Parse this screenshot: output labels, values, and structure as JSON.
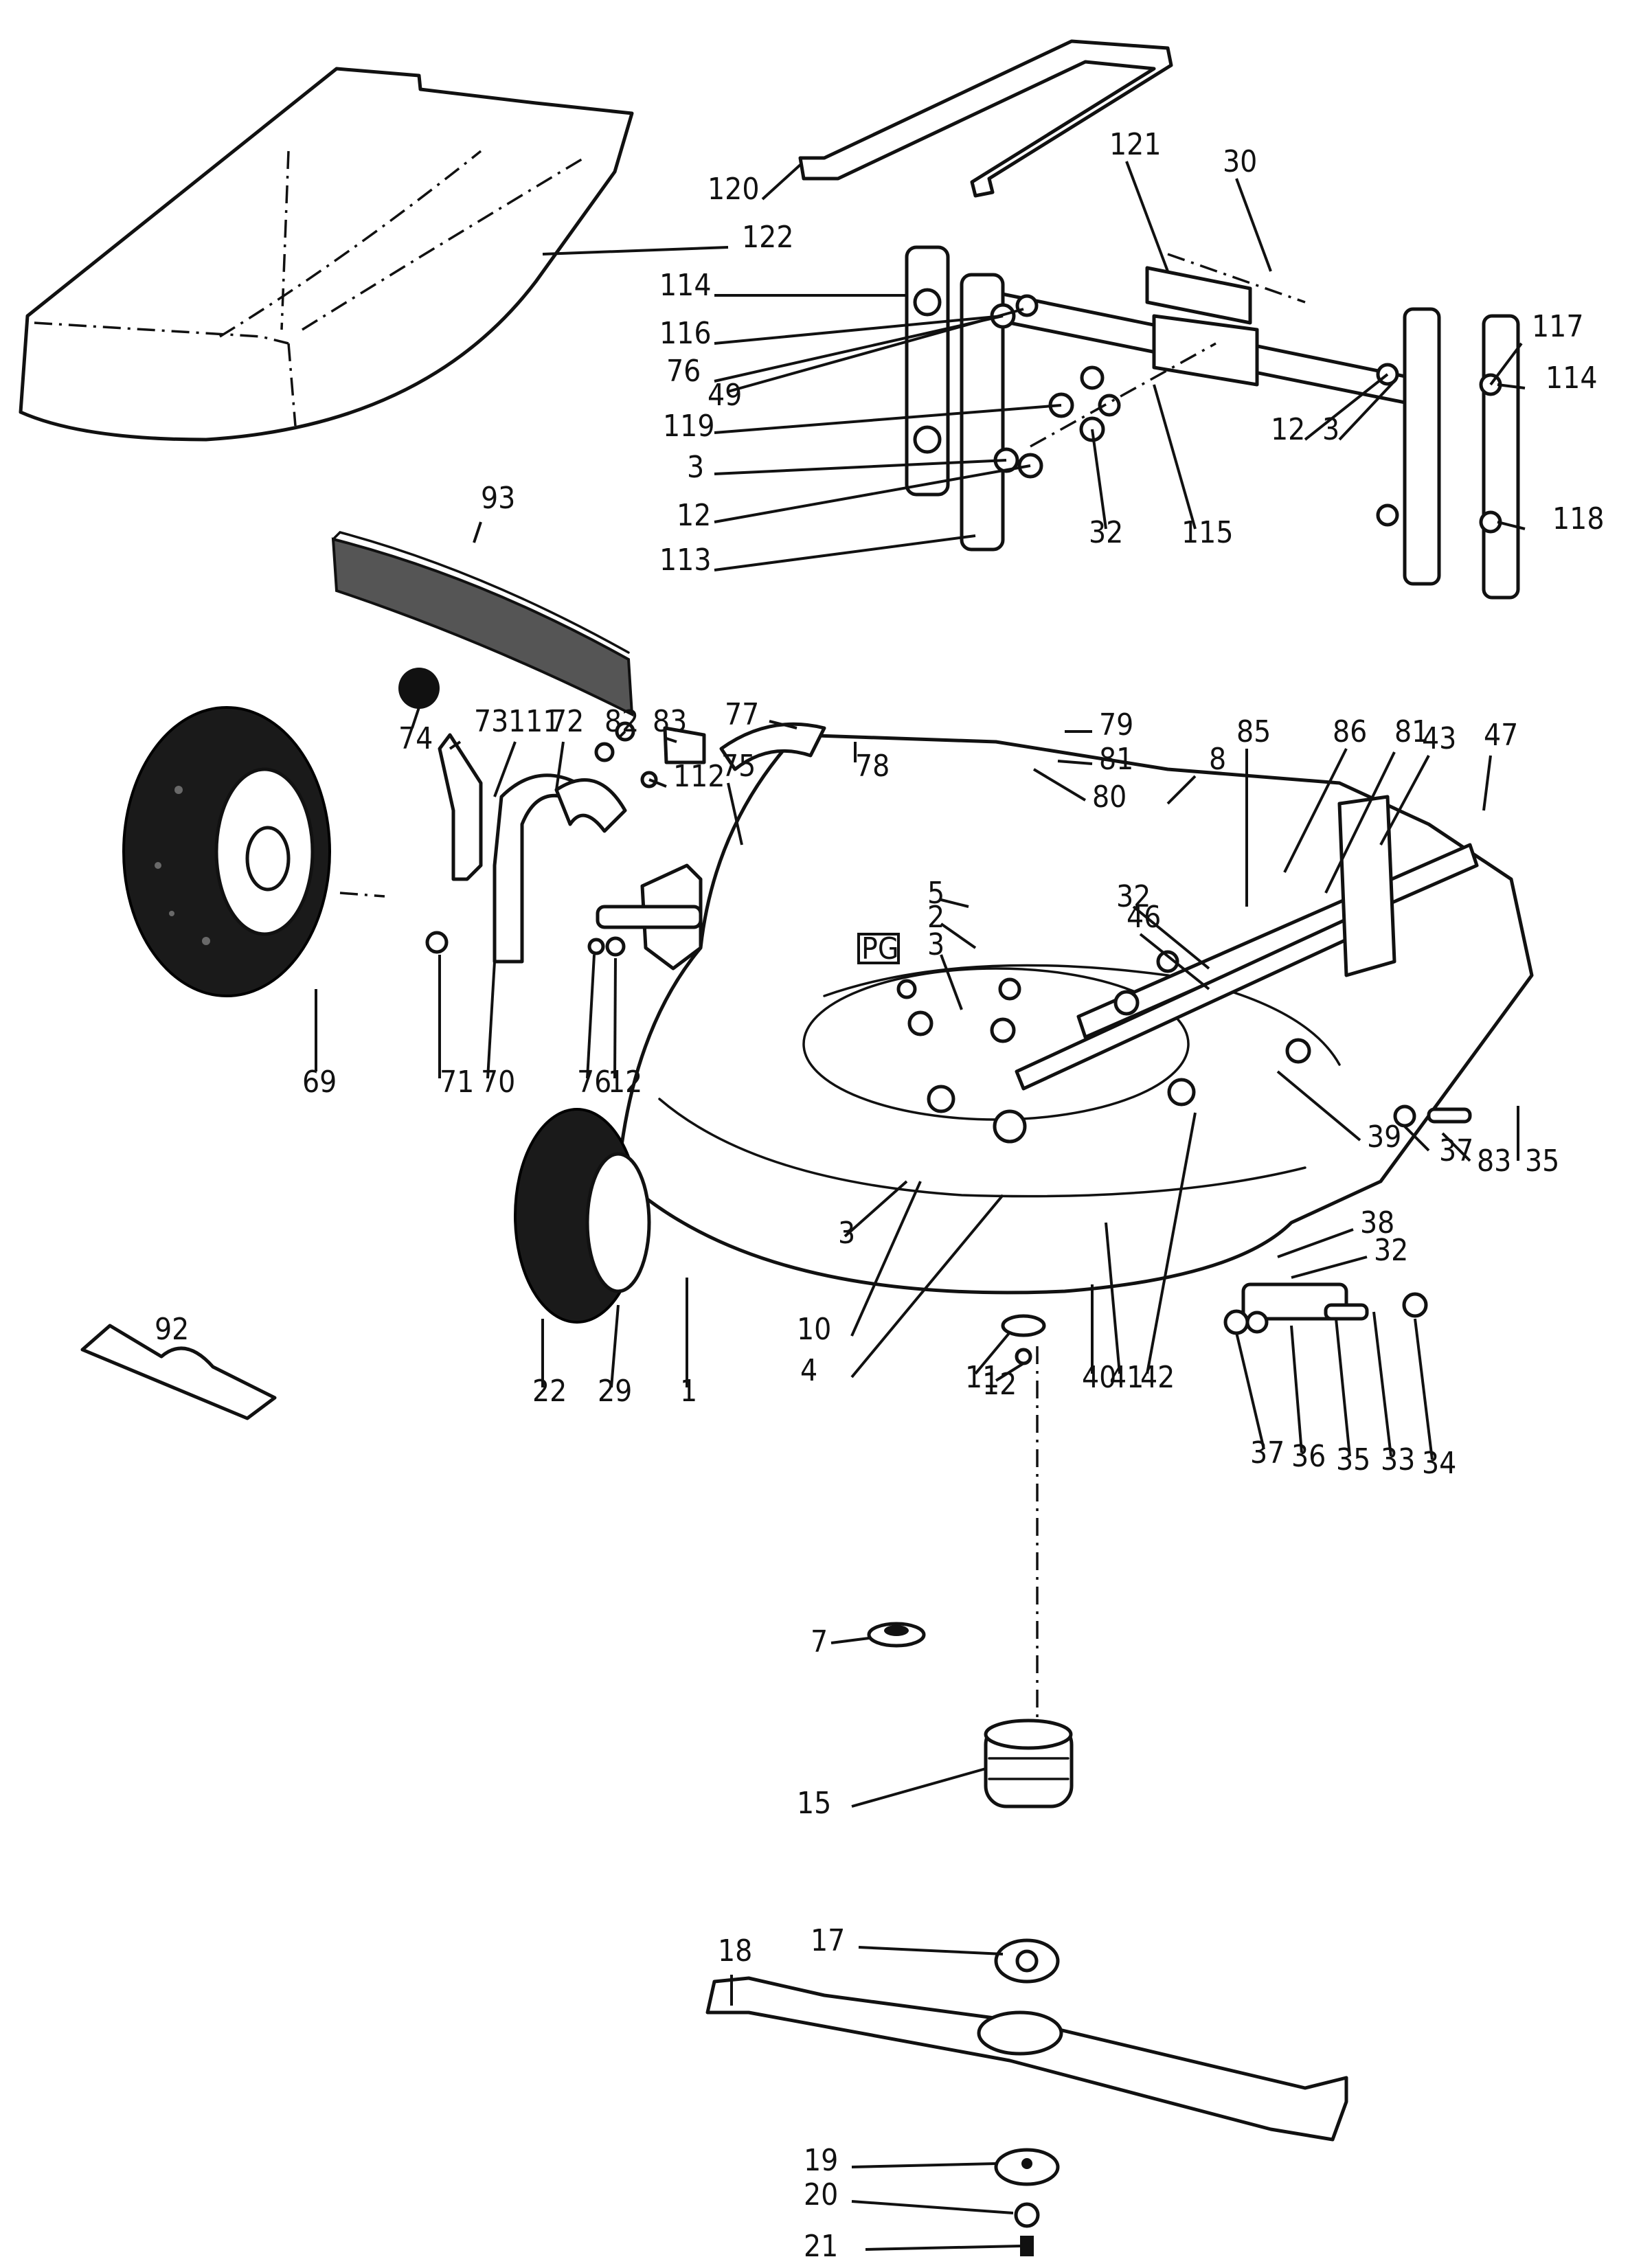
{
  "diagram": {
    "title": "Lawn mower exploded parts diagram",
    "group_marker": "PG",
    "assemblies": {
      "grass_catcher": {
        "part": "122"
      },
      "deflector_felt": {
        "part": "93"
      },
      "handle": {
        "parts": [
          "120",
          "121",
          "113",
          "114",
          "115",
          "116",
          "117",
          "118",
          "119"
        ]
      },
      "rear_wheel": {
        "parts": [
          "69",
          "70",
          "71",
          "72",
          "73",
          "74",
          "75",
          "111",
          "112"
        ]
      },
      "deck": {
        "part": "1"
      },
      "front_wheel": {
        "parts": [
          "22",
          "29"
        ]
      },
      "engine_mount": {
        "parts": [
          "15",
          "7"
        ]
      },
      "blade": {
        "parts": [
          "17",
          "18",
          "19",
          "20",
          "21"
        ]
      },
      "cover_plate": {
        "part": "92"
      }
    },
    "callouts": [
      {
        "id": "c120",
        "label": "120"
      },
      {
        "id": "c122",
        "label": "122"
      },
      {
        "id": "c121",
        "label": "121"
      },
      {
        "id": "c30",
        "label": "30"
      },
      {
        "id": "c114a",
        "label": "114"
      },
      {
        "id": "c116",
        "label": "116"
      },
      {
        "id": "c76a",
        "label": "76"
      },
      {
        "id": "c49",
        "label": "49"
      },
      {
        "id": "c119",
        "label": "119"
      },
      {
        "id": "c3a",
        "label": "3"
      },
      {
        "id": "c12a",
        "label": "12"
      },
      {
        "id": "c113",
        "label": "113"
      },
      {
        "id": "c32a",
        "label": "32"
      },
      {
        "id": "c115",
        "label": "115"
      },
      {
        "id": "c117",
        "label": "117"
      },
      {
        "id": "c114b",
        "label": "114"
      },
      {
        "id": "c12b",
        "label": "12"
      },
      {
        "id": "c3b",
        "label": "3"
      },
      {
        "id": "c118",
        "label": "118"
      },
      {
        "id": "c93",
        "label": "93"
      },
      {
        "id": "c74",
        "label": "74"
      },
      {
        "id": "c73",
        "label": "73"
      },
      {
        "id": "c111",
        "label": "111"
      },
      {
        "id": "c72",
        "label": "72"
      },
      {
        "id": "c82",
        "label": "82"
      },
      {
        "id": "c83a",
        "label": "83"
      },
      {
        "id": "c77",
        "label": "77"
      },
      {
        "id": "c78",
        "label": "78"
      },
      {
        "id": "c79",
        "label": "79"
      },
      {
        "id": "c81a",
        "label": "81"
      },
      {
        "id": "c80",
        "label": "80"
      },
      {
        "id": "c8",
        "label": "8"
      },
      {
        "id": "c85",
        "label": "85"
      },
      {
        "id": "c86",
        "label": "86"
      },
      {
        "id": "c81b",
        "label": "81"
      },
      {
        "id": "c43",
        "label": "43"
      },
      {
        "id": "c47",
        "label": "47"
      },
      {
        "id": "c75",
        "label": "75"
      },
      {
        "id": "c112",
        "label": "112"
      },
      {
        "id": "c5",
        "label": "5"
      },
      {
        "id": "c2",
        "label": "2"
      },
      {
        "id": "c3c",
        "label": "3"
      },
      {
        "id": "c32b",
        "label": "32"
      },
      {
        "id": "c46",
        "label": "46"
      },
      {
        "id": "c69",
        "label": "69"
      },
      {
        "id": "c71",
        "label": "71"
      },
      {
        "id": "c70",
        "label": "70"
      },
      {
        "id": "c76b",
        "label": "76"
      },
      {
        "id": "c12c",
        "label": "12"
      },
      {
        "id": "c39",
        "label": "39"
      },
      {
        "id": "c37a",
        "label": "37"
      },
      {
        "id": "c83b",
        "label": "83"
      },
      {
        "id": "c35a",
        "label": "35"
      },
      {
        "id": "c38",
        "label": "38"
      },
      {
        "id": "c32c",
        "label": "32"
      },
      {
        "id": "c3d",
        "label": "3"
      },
      {
        "id": "c10",
        "label": "10"
      },
      {
        "id": "c4",
        "label": "4"
      },
      {
        "id": "c11",
        "label": "11"
      },
      {
        "id": "c12d",
        "label": "12"
      },
      {
        "id": "c40",
        "label": "40"
      },
      {
        "id": "c41",
        "label": "41"
      },
      {
        "id": "c42",
        "label": "42"
      },
      {
        "id": "c22",
        "label": "22"
      },
      {
        "id": "c29",
        "label": "29"
      },
      {
        "id": "c1",
        "label": "1"
      },
      {
        "id": "c92",
        "label": "92"
      },
      {
        "id": "c37b",
        "label": "37"
      },
      {
        "id": "c36",
        "label": "36"
      },
      {
        "id": "c35b",
        "label": "35"
      },
      {
        "id": "c33",
        "label": "33"
      },
      {
        "id": "c34",
        "label": "34"
      },
      {
        "id": "c7",
        "label": "7"
      },
      {
        "id": "c15",
        "label": "15"
      },
      {
        "id": "c18",
        "label": "18"
      },
      {
        "id": "c17",
        "label": "17"
      },
      {
        "id": "c19",
        "label": "19"
      },
      {
        "id": "c20",
        "label": "20"
      },
      {
        "id": "c21",
        "label": "21"
      }
    ]
  }
}
